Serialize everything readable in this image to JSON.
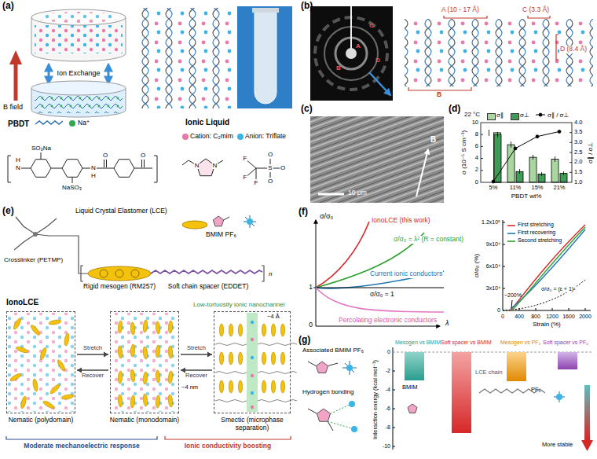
{
  "diagram": {
    "nodes": [
      {
        "text": [
          "Nematic (polydomain)"
        ]
      },
      {
        "text": [
          "Nematic (monodomain)"
        ]
      },
      {
        "text": [
          "Smectic (microphase separation)"
        ]
      }
    ],
    "edges": [
      {
        "from": 0,
        "to": 1,
        "arrow": "to",
        "label": "Stretch"
      },
      {
        "from": 1,
        "to": 0,
        "arrow": "to",
        "label": "Recover"
      },
      {
        "from": 1,
        "to": 2,
        "arrow": "to",
        "label": "Stretch"
      },
      {
        "from": 2,
        "to": 1,
        "arrow": "to",
        "label": "Recover"
      }
    ],
    "labels": [
      "(a)",
      "B field",
      "Ion Exchange",
      "PBDT",
      "H",
      "N",
      "SO₃Na",
      "NaSO₃",
      "N",
      "H",
      "O",
      "O",
      "Na⁺",
      "Ionic Liquid",
      "Cation: C₂mim",
      "Anion: Triflate",
      "N",
      "N",
      "F",
      "F",
      "F",
      "S",
      "O",
      "O",
      "O",
      "(b)",
      "A",
      "B",
      "C",
      "D",
      "A (10 - 17 Å)",
      "C (3.3 Å)",
      "D (8.4 Å)",
      "B",
      "(c)",
      "10 μm",
      "B",
      "(d)",
      "22 °C",
      "σ (10⁻⁵ S cm⁻¹)",
      "0",
      "2",
      "4",
      "6",
      "8",
      "10",
      "σ∥ / σ⊥",
      "1.0",
      "1.5",
      "2.0",
      "2.5",
      "3.0",
      "3.5",
      "4.0",
      "5%",
      "11%",
      "15%",
      "21%",
      "PBDT wt%",
      "(e)",
      "Liquid Crystal Elastomer (LCE)",
      "BMIM PF₆",
      "Crosslinker (PETMP)",
      "Rigid mesogen (RM257)",
      "Soft chain spacer (EDDET)",
      "n",
      "IonoLCE",
      "Low-tortuosity ionic nanochannel",
      "~4 Å",
      "~4 nm",
      "Moderate mechanoelectric response",
      "Ionic conductivity boosting",
      "(f)",
      "σ/σ₀",
      "IonoLCE (this work)",
      "σ/σ₀ = λ² (R = constant)",
      "Current ionic conductors",
      "σ/σ₀ = 1",
      "Percolating electronic conductors",
      "λ",
      "1",
      "0",
      "σ/σ₀ (%)",
      "0",
      "3x10⁴",
      "6x10⁴",
      "9x10⁴",
      "1.2x10⁵",
      "0",
      "400",
      "800",
      "1200",
      "1600",
      "2000",
      "Strain (%)",
      "~200%",
      "σ/σ₀ = (ε + 1)²",
      "(g)",
      "Associated BMIM PF₆",
      "Hydrogen bonding",
      "Interaction energy (kcal mol⁻¹)",
      "0",
      "-2",
      "-4",
      "-6",
      "-8",
      "-10",
      "Mesogen vs BMIM",
      "Soft spacer vs BMIM",
      "Mesogen vs PF₆",
      "Soft spacer vs PF₆",
      "LCE chain",
      "BMIM",
      "PF₆",
      "More stable"
    ],
    "legend": [
      {
        "text": "σ∥",
        "color": "#a8d8a0"
      },
      {
        "text": "σ⊥",
        "color": "#3f9b55"
      },
      {
        "text": "σ∥ / σ⊥"
      },
      {
        "text": "First stretching"
      },
      {
        "text": "First recovering"
      },
      {
        "text": "Second stretching"
      }
    ]
  }
}
